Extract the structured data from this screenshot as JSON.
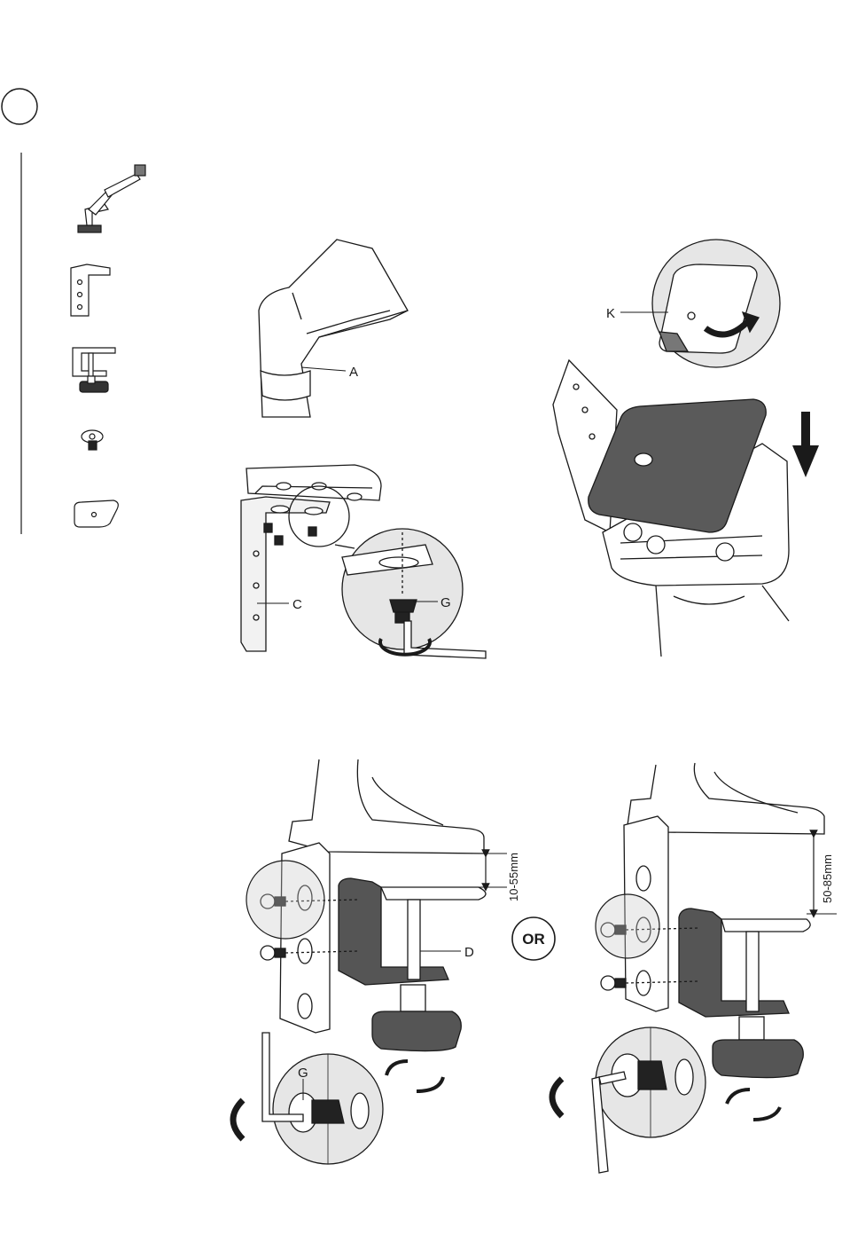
{
  "labels": {
    "a": "A",
    "c": "C",
    "g_top": "G",
    "k": "K",
    "d": "D",
    "g_bottom": "G",
    "range_small": "10-55mm",
    "range_large": "50-85mm",
    "or": "OR"
  },
  "colors": {
    "line": "#1a1a1a",
    "dark_part": "#333333",
    "pad": "#5a5a5a",
    "circle_fill": "#e6e6e6"
  }
}
